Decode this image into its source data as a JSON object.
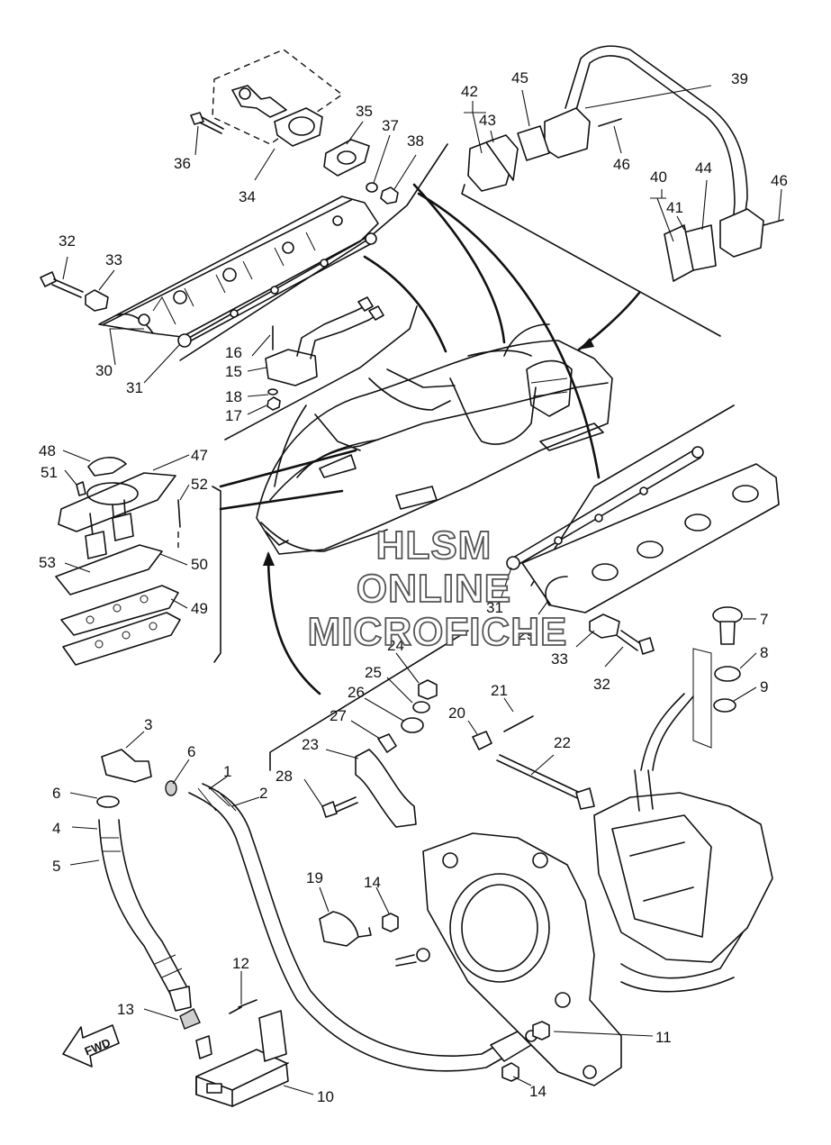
{
  "watermark": {
    "line1": "HLSM",
    "line2": "ONLINE",
    "line3": "MICROFICHE"
  },
  "fwd_label": "FWD",
  "callouts": [
    {
      "id": "c1",
      "label": "1"
    },
    {
      "id": "c2",
      "label": "2"
    },
    {
      "id": "c3",
      "label": "3"
    },
    {
      "id": "c4",
      "label": "4"
    },
    {
      "id": "c5",
      "label": "5"
    },
    {
      "id": "c6a",
      "label": "6"
    },
    {
      "id": "c6b",
      "label": "6"
    },
    {
      "id": "c7",
      "label": "7"
    },
    {
      "id": "c8",
      "label": "8"
    },
    {
      "id": "c9",
      "label": "9"
    },
    {
      "id": "c10",
      "label": "10"
    },
    {
      "id": "c11",
      "label": "11"
    },
    {
      "id": "c12",
      "label": "12"
    },
    {
      "id": "c13",
      "label": "13"
    },
    {
      "id": "c14a",
      "label": "14"
    },
    {
      "id": "c14b",
      "label": "14"
    },
    {
      "id": "c15",
      "label": "15"
    },
    {
      "id": "c16",
      "label": "16"
    },
    {
      "id": "c17",
      "label": "17"
    },
    {
      "id": "c18",
      "label": "18"
    },
    {
      "id": "c19",
      "label": "19"
    },
    {
      "id": "c20",
      "label": "20"
    },
    {
      "id": "c21",
      "label": "21"
    },
    {
      "id": "c22",
      "label": "22"
    },
    {
      "id": "c23",
      "label": "23"
    },
    {
      "id": "c24",
      "label": "24"
    },
    {
      "id": "c25",
      "label": "25"
    },
    {
      "id": "c26",
      "label": "26"
    },
    {
      "id": "c27",
      "label": "27"
    },
    {
      "id": "c28",
      "label": "28"
    },
    {
      "id": "c29",
      "label": "29"
    },
    {
      "id": "c30",
      "label": "30"
    },
    {
      "id": "c31a",
      "label": "31"
    },
    {
      "id": "c31b",
      "label": "31"
    },
    {
      "id": "c32a",
      "label": "32"
    },
    {
      "id": "c32b",
      "label": "32"
    },
    {
      "id": "c33a",
      "label": "33"
    },
    {
      "id": "c33b",
      "label": "33"
    },
    {
      "id": "c34",
      "label": "34"
    },
    {
      "id": "c35",
      "label": "35"
    },
    {
      "id": "c36",
      "label": "36"
    },
    {
      "id": "c37",
      "label": "37"
    },
    {
      "id": "c38",
      "label": "38"
    },
    {
      "id": "c39",
      "label": "39"
    },
    {
      "id": "c40",
      "label": "40"
    },
    {
      "id": "c41",
      "label": "41"
    },
    {
      "id": "c42",
      "label": "42"
    },
    {
      "id": "c43",
      "label": "43"
    },
    {
      "id": "c44",
      "label": "44"
    },
    {
      "id": "c45",
      "label": "45"
    },
    {
      "id": "c46a",
      "label": "46"
    },
    {
      "id": "c46b",
      "label": "46"
    },
    {
      "id": "c47",
      "label": "47"
    },
    {
      "id": "c48",
      "label": "48"
    },
    {
      "id": "c49",
      "label": "49"
    },
    {
      "id": "c50",
      "label": "50"
    },
    {
      "id": "c51",
      "label": "51"
    },
    {
      "id": "c52",
      "label": "52"
    },
    {
      "id": "c53",
      "label": "53"
    }
  ]
}
